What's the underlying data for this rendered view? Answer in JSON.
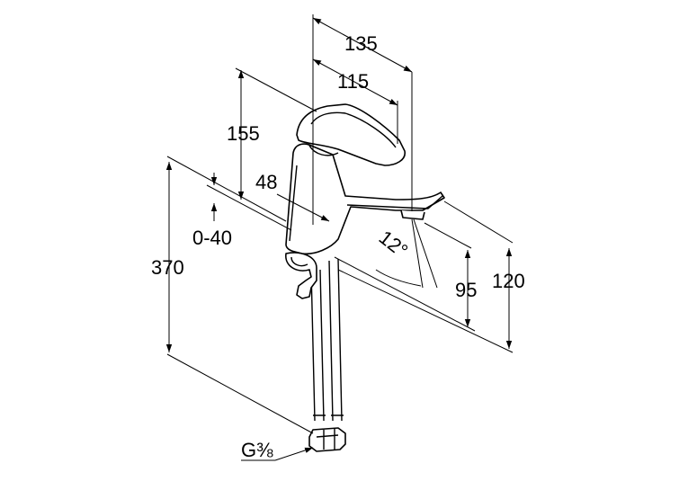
{
  "dimensions": {
    "d135": "135",
    "d115": "115",
    "d155": "155",
    "d48": "48",
    "d0_40": "0-40",
    "d370": "370",
    "d12": "12°",
    "d95": "95",
    "d120": "120",
    "thread": "G⅜"
  }
}
